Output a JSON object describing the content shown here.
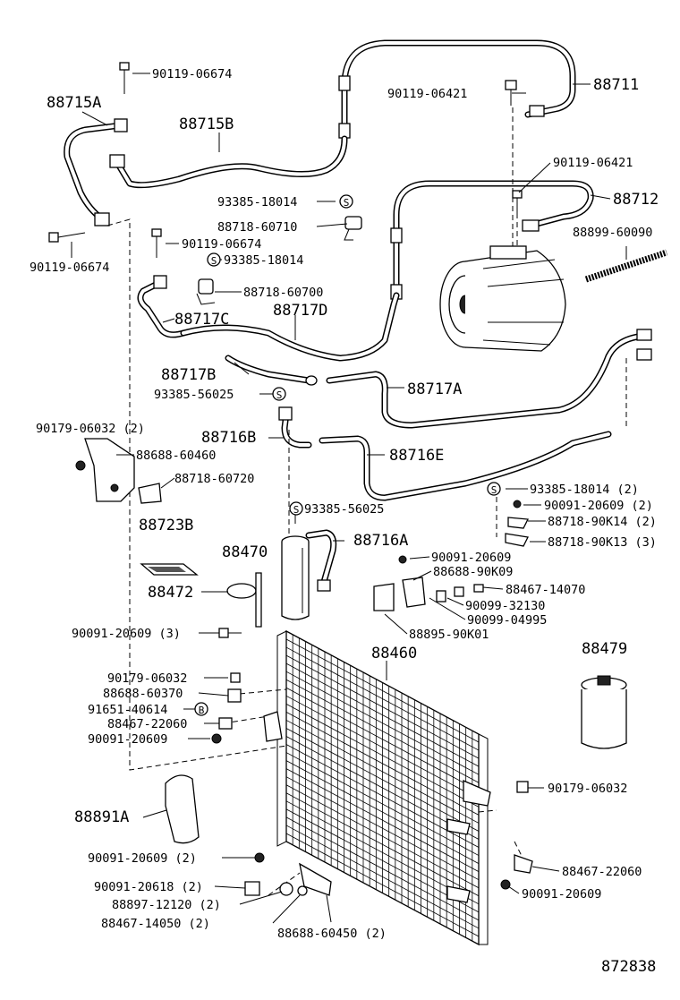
{
  "diagram": {
    "figure_number": "872838",
    "labels": {
      "p88711": "88711",
      "p88712": "88712",
      "p88715A": "88715A",
      "p88715B": "88715B",
      "b90119_06674_top": "90119-06674",
      "b90119_06421_a": "90119-06421",
      "b90119_06421_b": "90119-06421",
      "b90119_06674_left": "90119-06674",
      "b90119_06674_mid": "90119-06674",
      "w93385_18014_a": "93385-18014",
      "w93385_18014_b": "93385-18014",
      "c88718_60710": "88718-60710",
      "c88718_60700": "88718-60700",
      "p88899_60090": "88899-60090",
      "p88717C": "88717C",
      "p88717D": "88717D",
      "p88717B": "88717B",
      "p88717A": "88717A",
      "w93385_56025_a": "93385-56025",
      "p88716B": "88716B",
      "n90179_06032_2": "90179-06032 (2)",
      "b88688_60460": "88688-60460",
      "p88716E": "88716E",
      "c88718_60720": "88718-60720",
      "w93385_18014_2": "93385-18014 (2)",
      "b90091_20609_2a": "90091-20609 (2)",
      "c88718_90K14_2": "88718-90K14 (2)",
      "c88718_90K13_3": "88718-90K13 (3)",
      "p88723B": "88723B",
      "w93385_56025_b": "93385-56025",
      "p88470": "88470",
      "p88716A": "88716A",
      "b90091_20609_s": "90091-20609",
      "b88688_90K09": "88688-90K09",
      "p88472": "88472",
      "p88467_14070": "88467-14070",
      "p90099_32130": "90099-32130",
      "p90099_04995": "90099-04995",
      "b90091_20609_3": "90091-20609 (3)",
      "p88895_90K01": "88895-90K01",
      "p88460": "88460",
      "p88479": "88479",
      "n90179_06032_a": "90179-06032",
      "b88688_60370": "88688-60370",
      "p91651_40614": "91651-40614",
      "p88467_22060_a": "88467-22060",
      "b90091_20609_b": "90091-20609",
      "n90179_06032_b": "90179-06032",
      "p88891A": "88891A",
      "b90091_20609_2b": "90091-20609 (2)",
      "p88467_22060_b": "88467-22060",
      "b90091_20618_2": "90091-20618 (2)",
      "b90091_20609_c": "90091-20609",
      "p88897_12120_2": "88897-12120 (2)",
      "p88467_14050_2": "88467-14050 (2)",
      "b88688_60450_2": "88688-60450 (2)"
    },
    "markers": {
      "washer": "S",
      "bolt": "B"
    }
  }
}
